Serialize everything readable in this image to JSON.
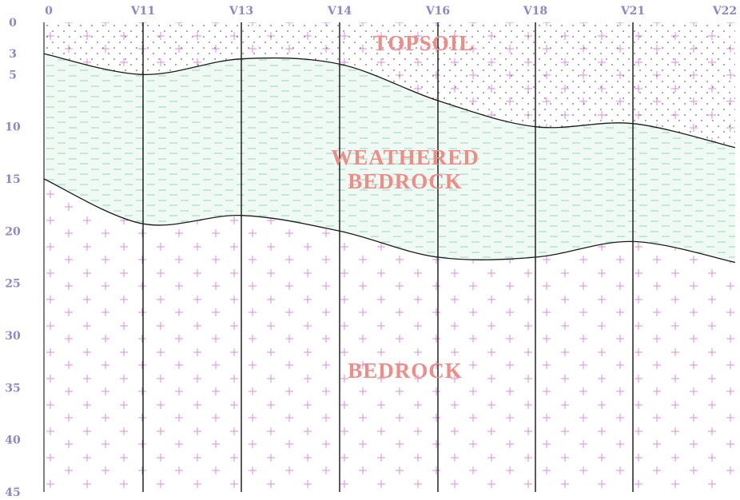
{
  "colors": {
    "boundary_line": "#1a1a1a",
    "station_line": "#000000",
    "tick_text": "#8c87cc",
    "label_text": "#ef8c86",
    "topsoil_dots": "#6e6e6e",
    "weathered_dash": "#a8dcc4",
    "weathered_fill": "#eefaf3",
    "bedrock_cross": "#d98fd9"
  },
  "stations": [
    "0",
    "V11",
    "V13",
    "V14",
    "V16",
    "V18",
    "V21",
    "V22"
  ],
  "depth_ticks": [
    "0",
    "3",
    "5",
    "10",
    "15",
    "20",
    "25",
    "30",
    "35",
    "40",
    "45"
  ],
  "layers": {
    "topsoil": "TOPSOIL",
    "weathered_line1": "WEATHERED",
    "weathered_line2": "BEDROCK",
    "bedrock": "BEDROCK"
  },
  "boundaries": {
    "topsoil_base_depth": [
      3,
      5,
      3.5,
      4,
      7.5,
      10,
      9.7,
      12
    ],
    "weathered_base_depth": [
      15,
      19.3,
      18.5,
      20,
      22.5,
      22.5,
      21,
      23
    ]
  }
}
